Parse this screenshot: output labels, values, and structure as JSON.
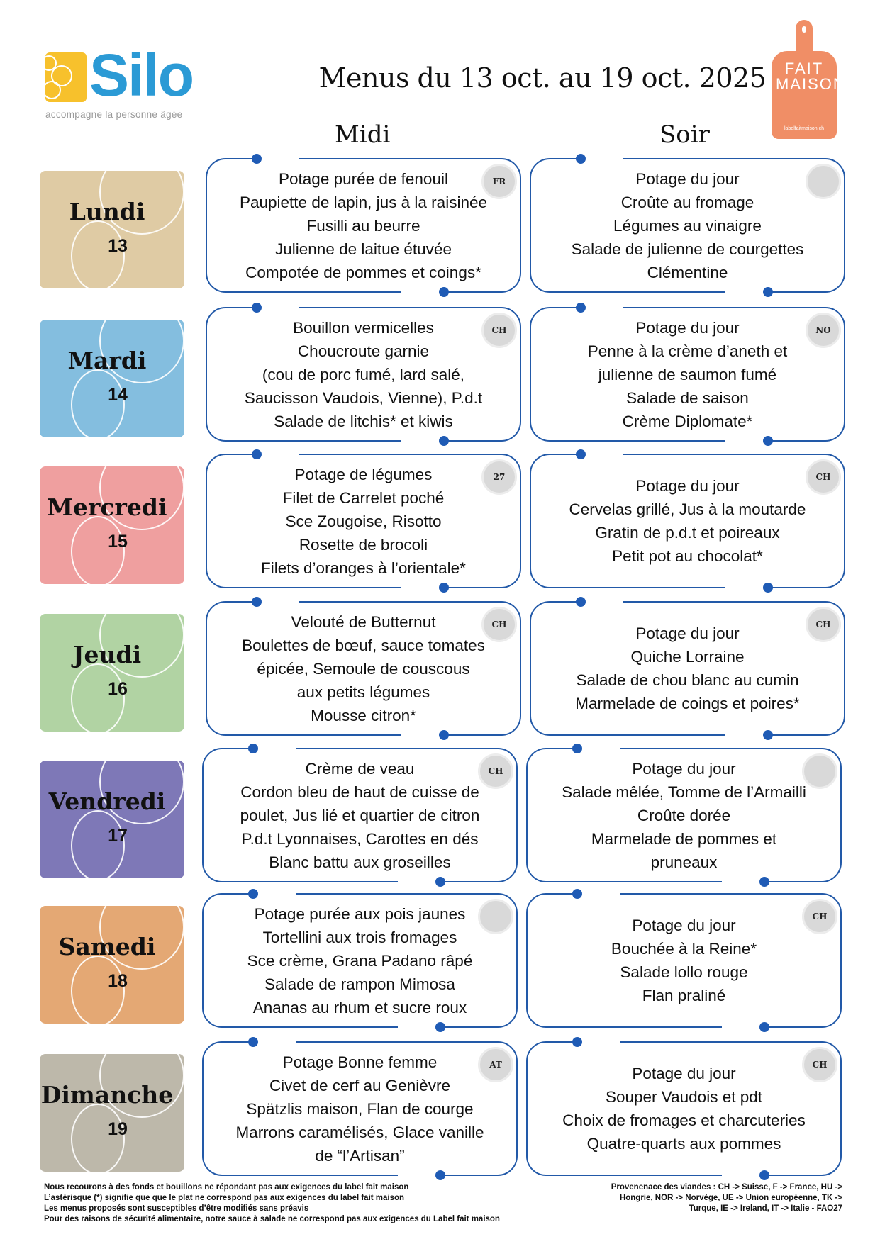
{
  "header": {
    "logo": {
      "name": "Silo",
      "tagline": "accompagne la personne âgée"
    },
    "title": "Menus du 13 oct. au 19 oct. 2025",
    "label_logo": {
      "text": "FAIT MAISON",
      "url": "labelfaitmaison.ch"
    },
    "columns": [
      "Midi",
      "Soir"
    ]
  },
  "days": [
    {
      "name": "Lundi",
      "date": "13",
      "color": "#dfcba4",
      "midi": {
        "badge": "FR",
        "lines": [
          "Potage purée de fenouil",
          "Paupiette de lapin, jus à la raisinée",
          "Fusilli au beurre",
          "Julienne de laitue étuvée",
          "Compotée de pommes et coings*"
        ]
      },
      "soir": {
        "badge": "",
        "lines": [
          "Potage du jour",
          "Croûte au fromage",
          "Légumes au vinaigre",
          "Salade de julienne de courgettes",
          "Clémentine"
        ]
      }
    },
    {
      "name": "Mardi",
      "date": "14",
      "color": "#84bedf",
      "midi": {
        "badge": "CH",
        "lines": [
          "Bouillon vermicelles",
          "Choucroute garnie",
          "(cou de porc fumé, lard salé,",
          "Saucisson Vaudois, Vienne), P.d.t",
          "Salade de litchis* et kiwis"
        ]
      },
      "soir": {
        "badge": "NO",
        "lines": [
          "Potage du jour",
          "Penne à la crème d’aneth et",
          "julienne de saumon fumé",
          "Salade de saison",
          "Crème Diplomate*"
        ]
      }
    },
    {
      "name": "Mercredi",
      "date": "15",
      "color": "#ef9f9f",
      "midi": {
        "badge": "27",
        "lines": [
          "Potage de légumes",
          "Filet de Carrelet poché",
          "Sce Zougoise, Risotto",
          "Rosette de brocoli",
          "Filets d’oranges à l’orientale*"
        ]
      },
      "soir": {
        "badge": "CH",
        "lines": [
          "Potage du jour",
          "Cervelas grillé, Jus à la moutarde",
          "Gratin de p.d.t et poireaux",
          "Petit pot au chocolat*"
        ]
      }
    },
    {
      "name": "Jeudi",
      "date": "16",
      "color": "#b1d3a3",
      "midi": {
        "badge": "CH",
        "lines": [
          "Velouté de Butternut",
          "Boulettes de bœuf, sauce tomates",
          "épicée, Semoule de couscous",
          "aux petits légumes",
          "Mousse citron*"
        ]
      },
      "soir": {
        "badge": "CH",
        "lines": [
          "Potage du jour",
          "Quiche Lorraine",
          "Salade de chou blanc au cumin",
          "Marmelade de coings et poires*"
        ]
      }
    },
    {
      "name": "Vendredi",
      "date": "17",
      "color": "#7e78b7",
      "midi": {
        "badge": "CH",
        "lines": [
          "Crème de veau",
          "Cordon bleu de haut de cuisse de",
          "poulet, Jus lié et quartier de citron",
          "P.d.t Lyonnaises, Carottes en dés",
          "Blanc battu aux groseilles"
        ]
      },
      "soir": {
        "badge": "",
        "lines": [
          "Potage du jour",
          "Salade mêlée, Tomme de l’Armailli",
          "Croûte dorée",
          "Marmelade de pommes et",
          "pruneaux"
        ]
      }
    },
    {
      "name": "Samedi",
      "date": "18",
      "color": "#e4a874",
      "midi": {
        "badge": "",
        "lines": [
          "Potage purée aux pois jaunes",
          "Tortellini aux trois fromages",
          "Sce crème, Grana Padano râpé",
          "Salade de rampon Mimosa",
          "Ananas au rhum et sucre roux"
        ]
      },
      "soir": {
        "badge": "CH",
        "lines": [
          "Potage du jour",
          "Bouchée à la Reine*",
          "Salade lollo rouge",
          "Flan praliné"
        ]
      }
    },
    {
      "name": "Dimanche",
      "date": "19",
      "color": "#bdb8aa",
      "midi": {
        "badge": "AT",
        "lines": [
          "Potage Bonne femme",
          "Civet de cerf au Genièvre",
          "Spätzlis maison, Flan de courge",
          "Marrons caramélisés, Glace vanille",
          "de “l’Artisan”"
        ]
      },
      "soir": {
        "badge": "CH",
        "lines": [
          "Potage du jour",
          "Souper Vaudois et pdt",
          "Choix de fromages et charcuteries",
          "Quatre-quarts aux pommes"
        ]
      }
    }
  ],
  "footer": {
    "notes": [
      "Nous recourons à des fonds et bouillons ne répondant pas aux exigences du label fait maison",
      "L’astérisque (*) signifie que que le plat ne correspond pas aux exigences du label fait maison",
      "Les menus proposés sont susceptibles d’être modifiés sans préavis",
      "Pour des raisons de sécurité alimentaire, notre sauce à salade ne correspond pas aux exigences du Label fait maison"
    ],
    "provenance": [
      "Provenenace des viandes : CH -> Suisse, F -> France, HU ->",
      "Hongrie, NOR -> Norvège, UE -> Union européenne, TK ->",
      "Turque, IE -> Ireland, IT -> Italie - FAO27"
    ]
  },
  "colors": {
    "box_border": "#2259a8",
    "logo_blue": "#2b9ad5",
    "logo_yellow": "#f7c12c",
    "label_orange": "#f08e66"
  }
}
